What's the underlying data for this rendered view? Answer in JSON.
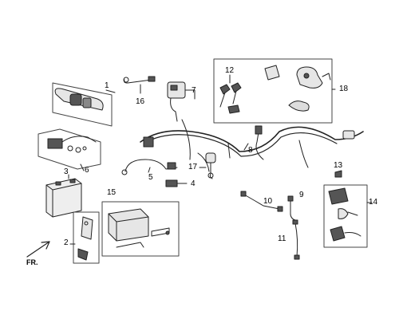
{
  "callouts": {
    "c1": "1",
    "c2": "2",
    "c3": "3",
    "c4": "4",
    "c5": "5",
    "c6": "6",
    "c7": "7",
    "c8": "8",
    "c9": "9",
    "c10": "10",
    "c11": "11",
    "c12": "12",
    "c13": "13",
    "c14": "14",
    "c15": "15",
    "c16": "16",
    "c17": "17",
    "c18": "18"
  },
  "direction_label": "FR.",
  "colors": {
    "line": "#222222",
    "part_fill": "#e6e6e6",
    "dark_part": "#555555",
    "frame": "#444444"
  }
}
